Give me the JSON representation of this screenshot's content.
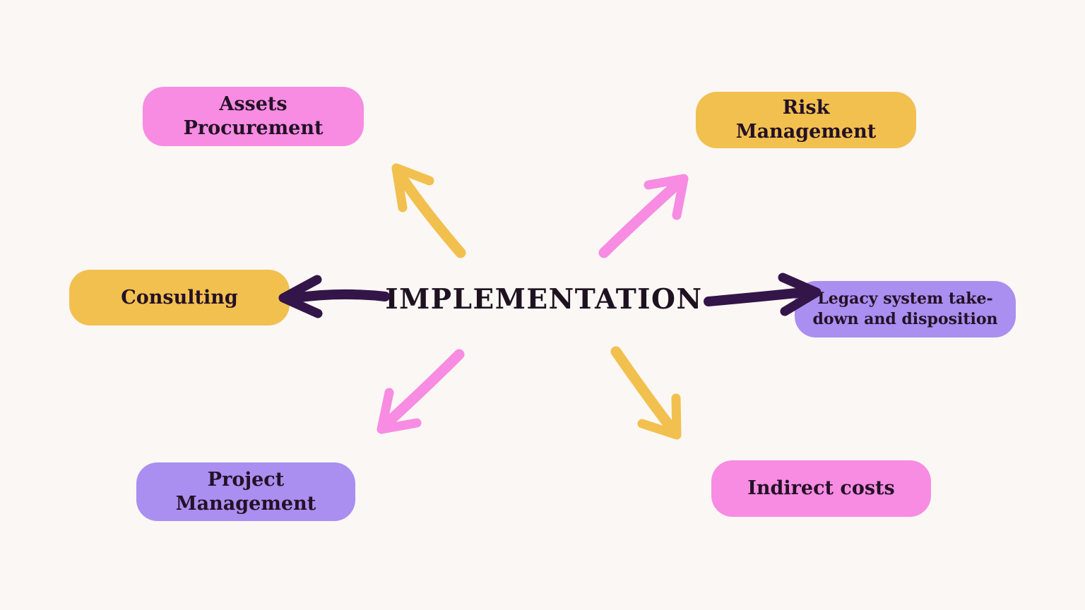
{
  "colors": {
    "background": "#faf7f4",
    "pink": "#f78ce2",
    "yellow": "#f2c04e",
    "purple": "#aa8ef0",
    "dark-arrow": "#331549",
    "label-text": "#241126",
    "title-text": "#1e1220"
  },
  "center": {
    "title": "IMPLEMENTATION"
  },
  "nodes": {
    "assets": {
      "line1": "Assets",
      "line2": "Procurement"
    },
    "risk": {
      "line1": "Risk",
      "line2": "Management"
    },
    "consulting": {
      "line1": "Consulting"
    },
    "legacy": {
      "line1": "Legacy system take-",
      "line2": "down and disposition"
    },
    "project": {
      "line1": "Project",
      "line2": "Management"
    },
    "indirect": {
      "line1": "Indirect costs"
    }
  },
  "arrows": [
    {
      "name": "arrow-to-assets-procurement",
      "color": "yellow",
      "direction": "up-left"
    },
    {
      "name": "arrow-to-risk-management",
      "color": "pink",
      "direction": "up-right"
    },
    {
      "name": "arrow-to-consulting",
      "color": "dark-purple",
      "direction": "left"
    },
    {
      "name": "arrow-to-legacy-system",
      "color": "dark-purple",
      "direction": "right"
    },
    {
      "name": "arrow-to-project-management",
      "color": "pink",
      "direction": "down-left"
    },
    {
      "name": "arrow-to-indirect-costs",
      "color": "yellow",
      "direction": "down-right"
    }
  ]
}
